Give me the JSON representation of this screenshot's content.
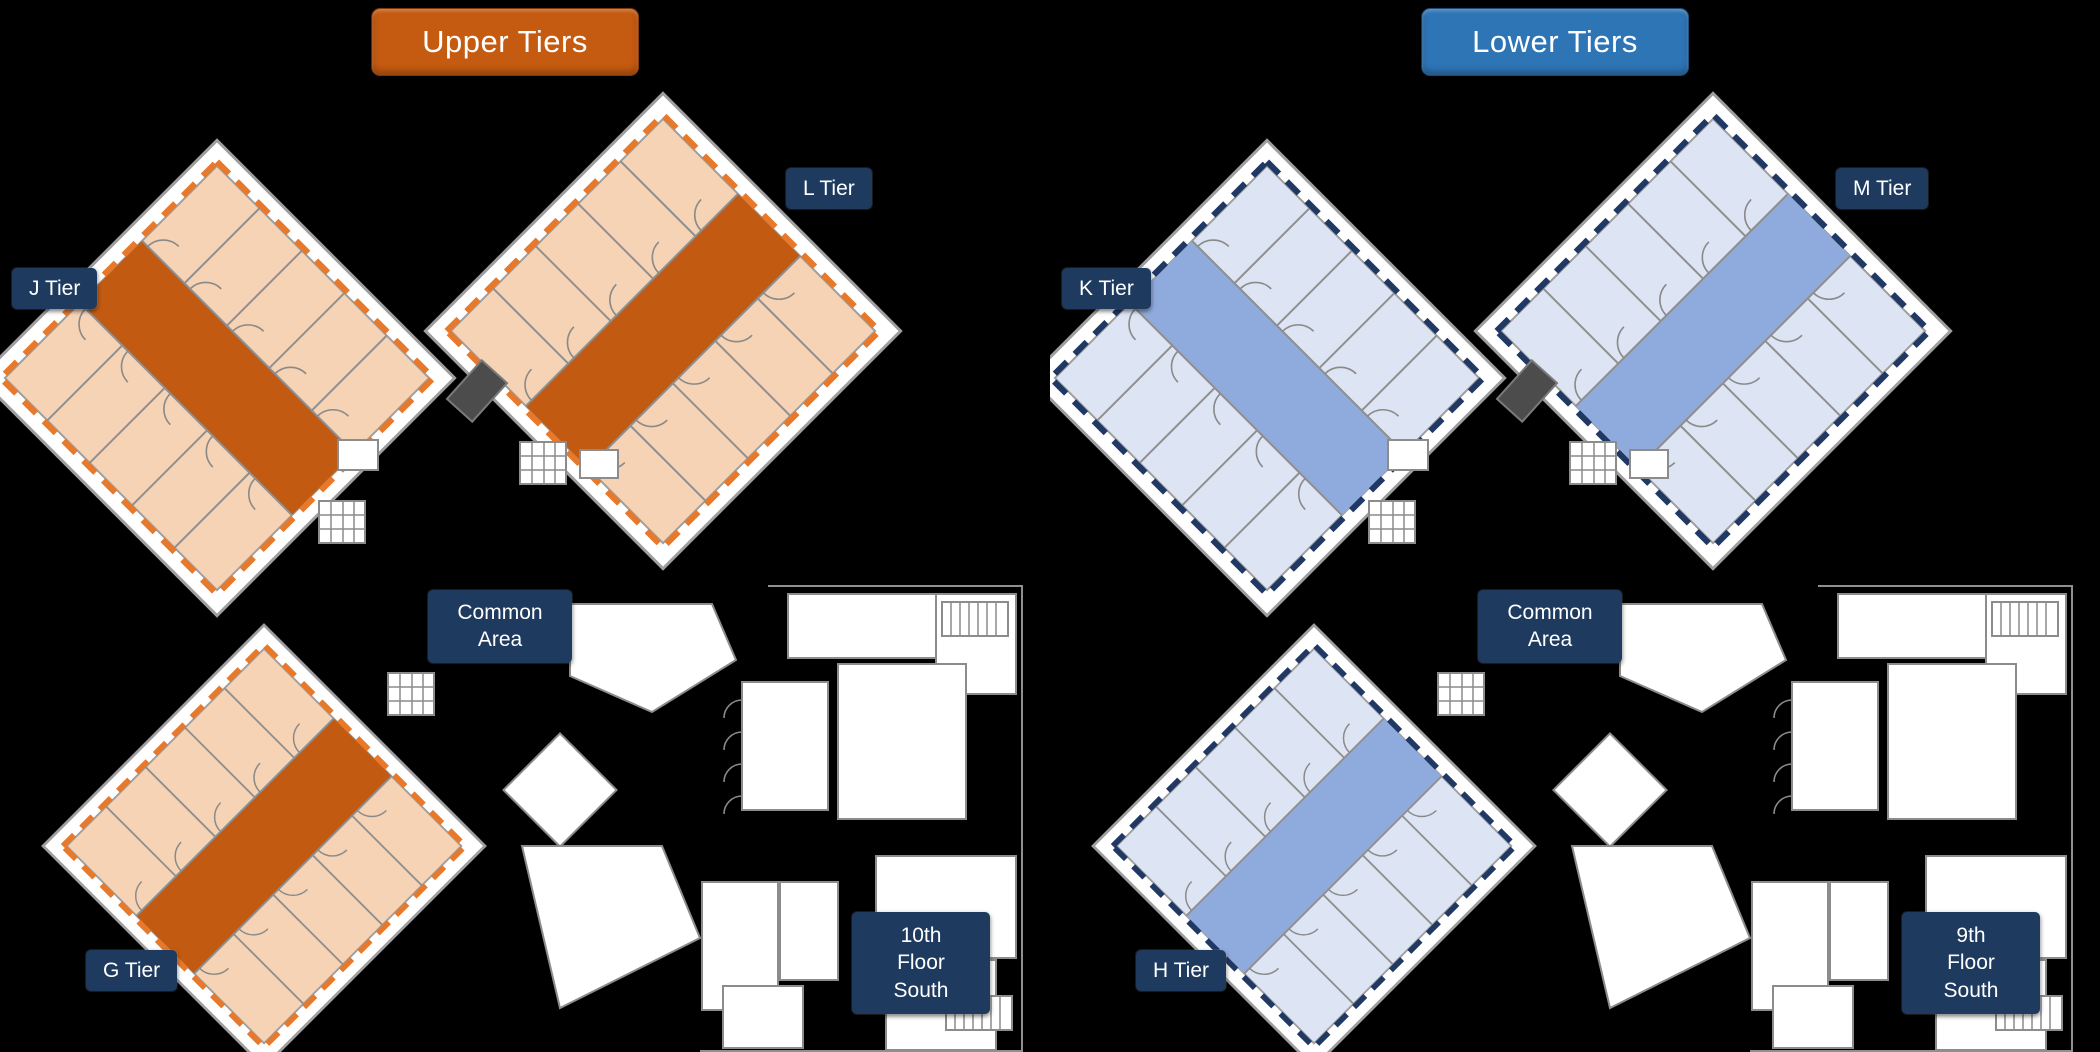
{
  "page": {
    "background_color": "#000000"
  },
  "panels": [
    {
      "title": "Upper Tiers",
      "colors": {
        "title-bg": "#C55A11",
        "room": "#F6D3B4",
        "corridor": "#C35A12",
        "dash": "#E8782A",
        "badge-bg": "#1E3A5F"
      },
      "labels": {
        "tier_top_left": "J Tier",
        "tier_top_right": "L Tier",
        "tier_bottom_left": "G Tier",
        "common_area": "Common Area",
        "floor": "10th Floor South"
      }
    },
    {
      "title": "Lower Tiers",
      "colors": {
        "title-bg": "#2E75B6",
        "room": "#DDE5F4",
        "corridor": "#8FAADC",
        "dash": "#203864",
        "badge-bg": "#1E3A5F"
      },
      "labels": {
        "tier_top_left": "K Tier",
        "tier_top_right": "M Tier",
        "tier_bottom_left": "H Tier",
        "common_area": "Common Area",
        "floor": "9th Floor South"
      }
    }
  ]
}
